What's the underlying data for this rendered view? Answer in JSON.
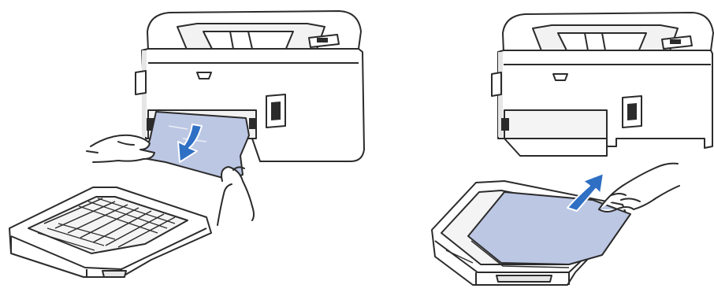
{
  "panels": [
    {
      "step": "pull-jammed-paper-out-of-printer",
      "arrow": "down-arrow",
      "contains": [
        "printer",
        "jammed-paper",
        "two-hands",
        "duplex-tray"
      ]
    },
    {
      "step": "remove-paper-from-paper-tray",
      "arrow": "up-arrow",
      "contains": [
        "printer",
        "paper",
        "hand",
        "paper-tray"
      ]
    }
  ],
  "colors": {
    "line": "#2b2b2b",
    "printer_fill": "#ffffff",
    "printer_shade": "#e6e6e6",
    "paper_fill": "#bcc7e4",
    "arrow_fill": "#2f6fc4",
    "arrow_stroke": "#ffffff",
    "skin": "#ffffff"
  }
}
